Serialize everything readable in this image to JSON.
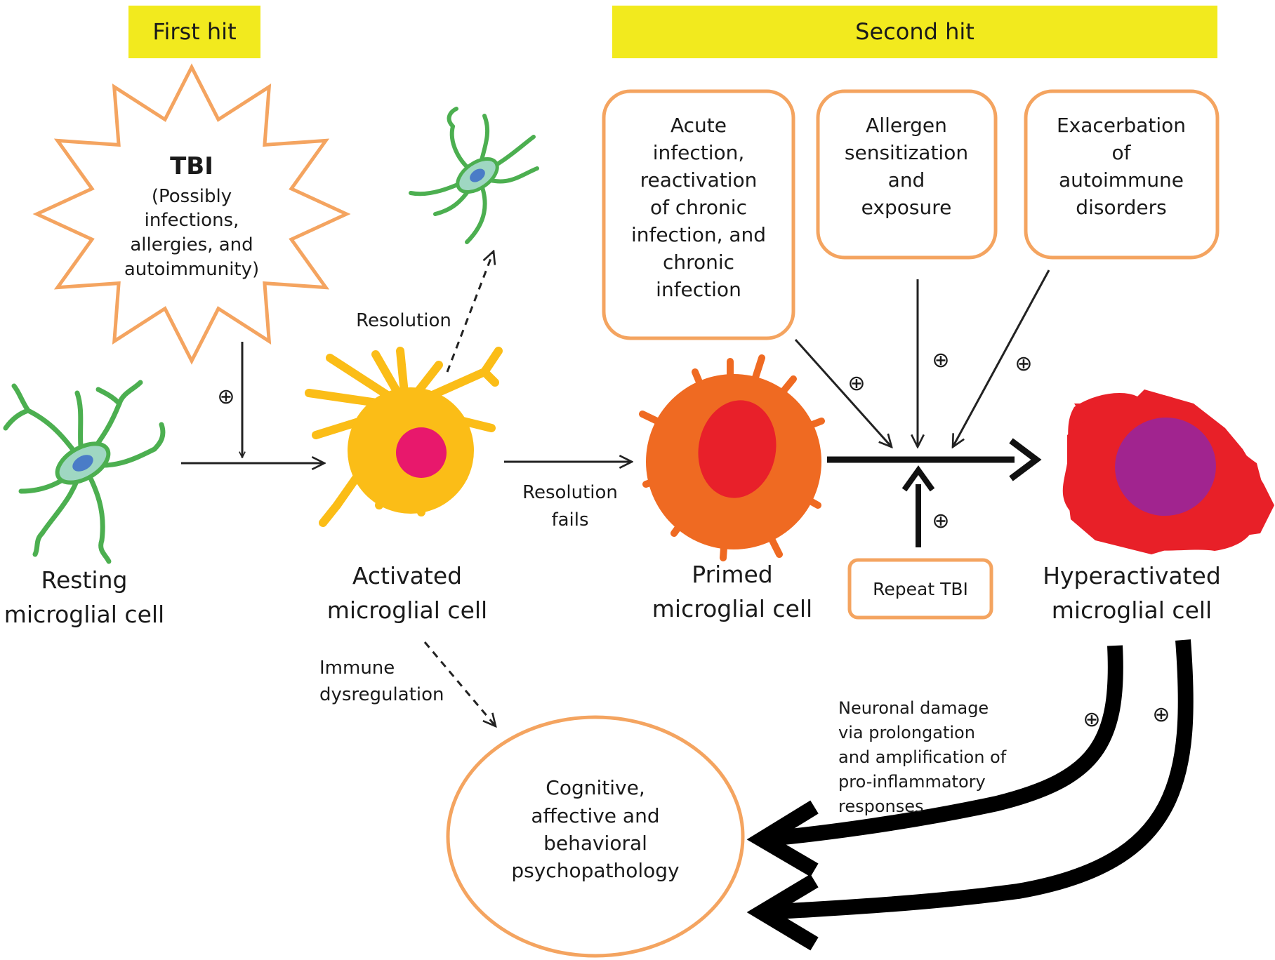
{
  "header": {
    "first_hit": "First hit",
    "second_hit": "Second hit"
  },
  "tbi_star": {
    "title": "TBI",
    "lines": [
      "(Possibly",
      "infections,",
      "allergies, and",
      "autoimmunity)"
    ]
  },
  "cells": {
    "resting": [
      "Resting",
      "microglial cell"
    ],
    "activated": [
      "Activated",
      "microglial cell"
    ],
    "primed": [
      "Primed",
      "microglial cell"
    ],
    "hyperactivated": [
      "Hyperactivated",
      "microglial cell"
    ]
  },
  "second_hit_boxes": [
    {
      "lines": [
        "Acute",
        "infection,",
        "reactivation",
        "of chronic",
        "infection, and",
        "chronic",
        "infection"
      ]
    },
    {
      "lines": [
        "Allergen",
        "sensitization",
        "and",
        "exposure"
      ]
    },
    {
      "lines": [
        "Exacerbation",
        "of",
        "autoimmune",
        "disorders"
      ]
    }
  ],
  "repeat_tbi": "Repeat TBI",
  "arrow_labels": {
    "resolution": "Resolution",
    "resolution_fails": [
      "Resolution",
      "fails"
    ],
    "immune_dysregulation": [
      "Immune",
      "dysregulation"
    ],
    "neuronal_damage": [
      "Neuronal damage",
      "via prolongation",
      "and amplification of",
      "pro-inflammatory",
      "responses"
    ]
  },
  "outcome": {
    "lines": [
      "Cognitive,",
      "affective and",
      "behavioral",
      "psychopathology"
    ]
  },
  "plus_symbol": "⊕",
  "colors": {
    "highlight": "#f2ea1e",
    "box_border": "#f4a460",
    "resting_cell": "#4caf50",
    "activated_cell": "#fbbd17",
    "activated_nucleus": "#e8186c",
    "primed_cell": "#ef6a22",
    "primed_nucleus": "#e8202a",
    "hyper_cell": "#e82028",
    "hyper_nucleus": "#a1248f"
  }
}
